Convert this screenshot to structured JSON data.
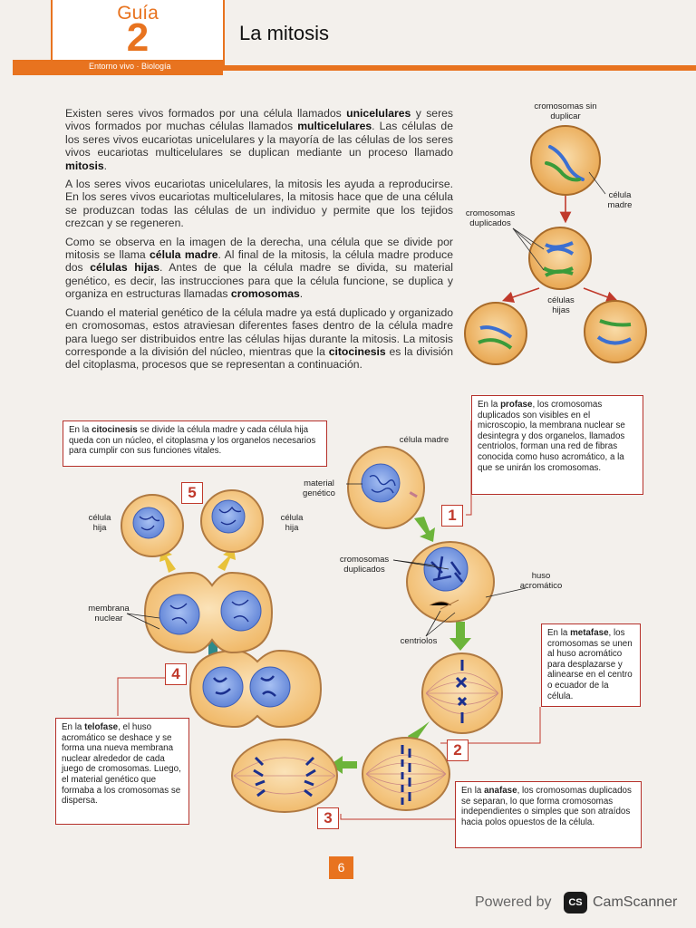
{
  "header": {
    "guide_word": "Guía",
    "guide_number": "2",
    "subject": "Entorno vivo · Biología",
    "title": "La mitosis"
  },
  "intro_paragraphs": [
    {
      "html": "Existen seres vivos formados por una célula llamados <b>unicelulares</b> y seres vivos formados por muchas células llamados <b>multicelulares</b>. Las células de los seres vivos eucariotas unicelulares y la mayoría de las células de los seres vivos eucariotas multicelulares se duplican mediante un proceso llamado <b>mitosis</b>."
    },
    {
      "html": "A los seres vivos eucariotas unicelulares, la mitosis les ayuda a reproducirse. En los seres vivos eucariotas multicelulares, la mitosis hace que de una célula se produzcan todas las células de un individuo y permite que los tejidos crezcan y se regeneren."
    },
    {
      "html": "Como se observa en la imagen de la derecha, una célula que se divide por mitosis se llama <b>célula madre</b>. Al final de la mitosis, la célula madre produce dos <b>células hijas</b>. Antes de que la célula madre se divida, su material genético, es decir, las instrucciones para que la célula funcione, se duplica y organiza en estructuras llamadas <b>cromosomas</b>."
    },
    {
      "html": "Cuando el material genético de la célula madre ya está duplicado y organizado en cromosomas, estos atraviesan diferentes fases dentro de la célula madre para luego ser distribuidos entre las células hijas durante la mitosis. La mitosis corresponde a la división del núcleo, mientras que la <b>citocinesis</b> es la división del citoplasma, procesos que se representan a continuación."
    }
  ],
  "small_diagram": {
    "label_unduplicated": "cromosomas sin duplicar",
    "label_mother": "célula madre",
    "label_duplicated": "cromosomas duplicados",
    "label_daughters": "células hijas"
  },
  "cycle": {
    "label_mother": "célula madre",
    "label_genetic": "material genético",
    "label_dup": "cromosomas duplicados",
    "label_spindle": "huso acromático",
    "label_centrioles": "centriolos",
    "label_membrane": "membrana nuclear",
    "label_daughter_left": "célula hija",
    "label_daughter_right": "célula hija",
    "step_1": "1",
    "step_2": "2",
    "step_3": "3",
    "step_4": "4",
    "step_5": "5"
  },
  "boxes": {
    "cytokinesis": "En la <b>citocinesis</b> se divide la célula madre y cada célula hija queda con un núcleo, el citoplasma y los organelos necesarios para cumplir con sus funciones vitales.",
    "prophase": "En la <b>profase</b>, los cromosomas duplicados son visibles en el microscopio, la membrana nuclear se desintegra y dos organelos, llamados centriolos, forman una red de fibras conocida como huso acromático, a la que se unirán los cromosomas.",
    "metaphase": "En la <b>metafase</b>, los cromosomas se unen al huso acromático para desplazarse y alinearse en el centro o ecuador de la célula.",
    "telophase": "En la <b>telofase</b>, el huso acromático se deshace y se forma una nueva membrana nuclear alrededor de cada juego de cromosomas. Luego, el material genético que formaba a los cromosomas se dispersa.",
    "anaphase": "En la <b>anafase</b>, los cromosomas duplicados se separan, lo que forma cromosomas independientes o simples que son atraídos hacia polos opuestos de la célula."
  },
  "footer": {
    "page_number": "6",
    "powered": "Powered by",
    "logo": "CS",
    "app": "CamScanner"
  },
  "colors": {
    "accent": "#e8731f",
    "cell_fill": "#f6cf99",
    "cell_stroke": "#b07a42",
    "nucleus": "#5b7fd4",
    "chromosome": "#2a48b0",
    "arrow_green": "#6cb43a",
    "arrow_teal": "#2e8a8a"
  }
}
